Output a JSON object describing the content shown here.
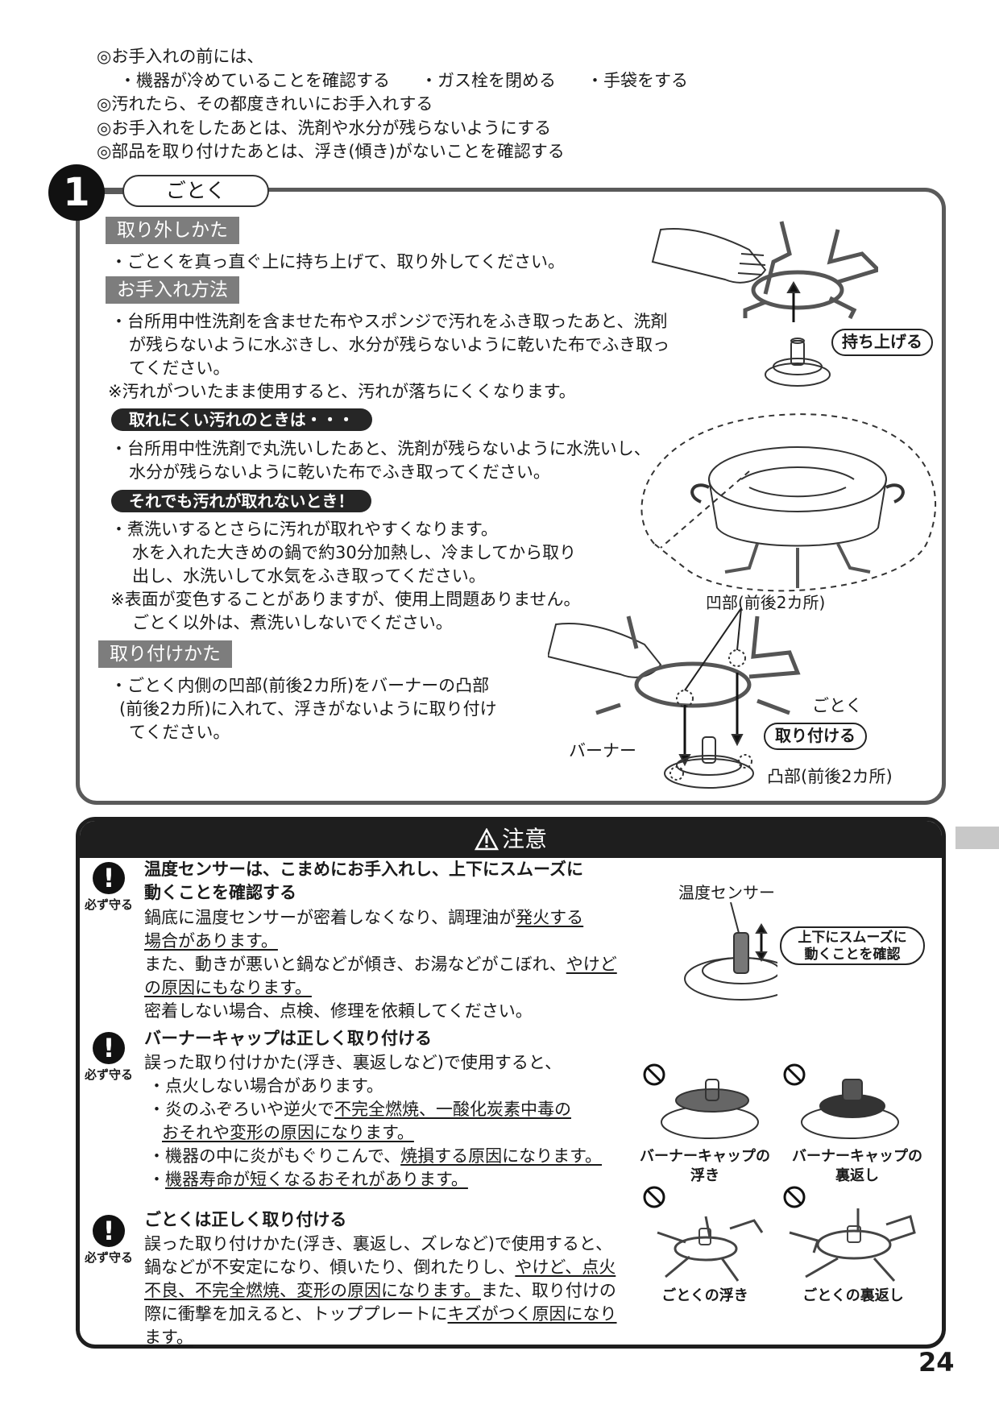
{
  "intro": {
    "line1": "◎お手入れの前には、",
    "bullets": [
      "・機器が冷めていることを確認する",
      "・ガス栓を閉める",
      "・手袋をする"
    ],
    "line2": "◎汚れたら、その都度きれいにお手入れする",
    "line3": "◎お手入れをしたあとは、洗剤や水分が残らないようにする",
    "line4": "◎部品を取り付けたあとは、浮き(傾き)がないことを確認する"
  },
  "section1": {
    "number": "1",
    "title": "ごとく",
    "removal": {
      "heading": "取り外しかた",
      "text": "・ごとくを真っ直ぐ上に持ち上げて、取り外してください。"
    },
    "care": {
      "heading": "お手入れ方法",
      "lines": [
        "・台所用中性洗剤を含ませた布やスポンジで汚れをふき取ったあと、洗剤",
        "が残らないように水ぶきし、水分が残らないように乾いた布でふき取っ",
        "てください。"
      ],
      "note": "※汚れがついたまま使用すると、汚れが落ちにくくなります。"
    },
    "hard": {
      "heading": "取れにくい汚れのときは・・・",
      "lines": [
        "・台所用中性洗剤で丸洗いしたあと、洗剤が残らないように水洗いし、",
        "水分が残らないように乾いた布でふき取ってください。"
      ]
    },
    "stubborn": {
      "heading": "それでも汚れが取れないとき！",
      "lines": [
        "・煮洗いするとさらに汚れが取れやすくなります。",
        "水を入れた大きめの鍋で約30分加熱し、冷ましてから取り",
        "出し、水洗いして水気をふき取ってください。"
      ],
      "note1": "※表面が変色することがありますが、使用上問題ありません。",
      "note2": "ごとく以外は、煮洗いしないでください。"
    },
    "attach": {
      "heading": "取り付けかた",
      "lines": [
        "・ごとく内側の凹部(前後2カ所)をバーナーの凸部",
        "(前後2カ所)に入れて、浮きがないように取り付け",
        "てください。"
      ]
    },
    "labels": {
      "lift": "持ち上げる",
      "attach": "取り付ける",
      "recess": "凹部(前後2カ所)",
      "gotoku": "ごとく",
      "burner": "バーナー",
      "protrusion": "凸部(前後2カ所)"
    }
  },
  "caution": {
    "title": "注意",
    "must_label": "必ず守る",
    "items": [
      {
        "title": [
          "温度センサーは、こまめにお手入れし、上下にスムーズに",
          "動くことを確認する"
        ],
        "l1a": "鍋底に温度センサーが密着しなくなり、調理油が",
        "l1b": "発火する",
        "l2": "場合があります。",
        "l3a": "また、動きが悪いと鍋などが傾き、お湯などがこぼれ、",
        "l3b": "やけど",
        "l4": "の原因にもなります。",
        "l5": "密着しない場合、点検、修理を依頼してください。"
      },
      {
        "title": "バーナーキャップは正しく取り付ける",
        "l1": "誤った取り付けかた(浮き、裏返しなど)で使用すると、",
        "l2": "・点火しない場合があります。",
        "l3a": "・炎のふぞろいや逆火で",
        "l3b": "不完全燃焼、一酸化炭素中毒の",
        "l4": "おそれや変形の原因になります。",
        "l5a": "・機器の中に炎がもぐりこんで、",
        "l5b": "焼損する原因になります。",
        "l6a": "・",
        "l6b": "機器寿命が短くなるおそれがあります。"
      },
      {
        "title": "ごとくは正しく取り付ける",
        "l1": "誤った取り付けかた(浮き、裏返し、ズレなど)で使用すると、",
        "l2a": "鍋などが不安定になり、傾いたり、倒れたりし、",
        "l2b": "やけど、点火",
        "l3a": "不良、不完全燃焼、変形の原因になります。",
        "l3b": "また、取り付けの",
        "l4a": "際に衝撃を加えると、トッププレートに",
        "l4b": "キズがつく原因になり",
        "l5": "ます。"
      }
    ],
    "sensor_label": "温度センサー",
    "sensor_callout": [
      "上下にスムーズに",
      "動くことを確認"
    ],
    "img_captions": {
      "cap_float": [
        "バーナーキャップの",
        "浮き"
      ],
      "cap_reverse": [
        "バーナーキャップの",
        "裏返し"
      ],
      "gotoku_float": "ごとくの浮き",
      "gotoku_reverse": "ごとくの裏返し"
    }
  },
  "page_number": "24",
  "colors": {
    "frame": "#5a5a5a",
    "heading_grey": "#7d7d7d",
    "caution_dark": "#1e1e1e"
  }
}
